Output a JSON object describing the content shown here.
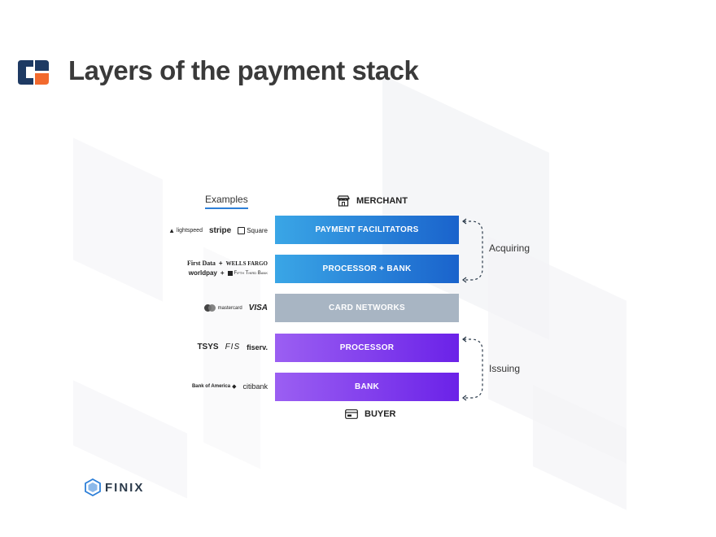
{
  "title": "Layers of the payment stack",
  "examples_heading": "Examples",
  "top_endpoint": "MERCHANT",
  "bottom_endpoint": "BUYER",
  "layers": [
    {
      "label": "PAYMENT FACILITATORS",
      "examples": [
        "lightspeed",
        "stripe",
        "Square"
      ]
    },
    {
      "label": "PROCESSOR + BANK",
      "examples": [
        "First Data",
        "+",
        "WELLS FARGO",
        "worldpay",
        "+",
        "Fifth Third Bank"
      ]
    },
    {
      "label": "CARD NETWORKS",
      "examples": [
        "mastercard",
        "VISA"
      ]
    },
    {
      "label": "PROCESSOR",
      "examples": [
        "TSYS",
        "FIS",
        "fiserv."
      ]
    },
    {
      "label": "BANK",
      "examples": [
        "Bank of America",
        "citibank"
      ]
    }
  ],
  "groups": [
    {
      "label": "Acquiring"
    },
    {
      "label": "Issuing"
    }
  ],
  "brand": "FINIX",
  "colors": {
    "blue_light": "#3aa6e6",
    "blue_dark": "#1a63cc",
    "gray": "#a8b5c3",
    "purple_light": "#9b5ff2",
    "purple_dark": "#6b22e8",
    "logo_navy": "#1e3a63",
    "logo_orange": "#f26a2e",
    "title": "#3a3a3a"
  }
}
